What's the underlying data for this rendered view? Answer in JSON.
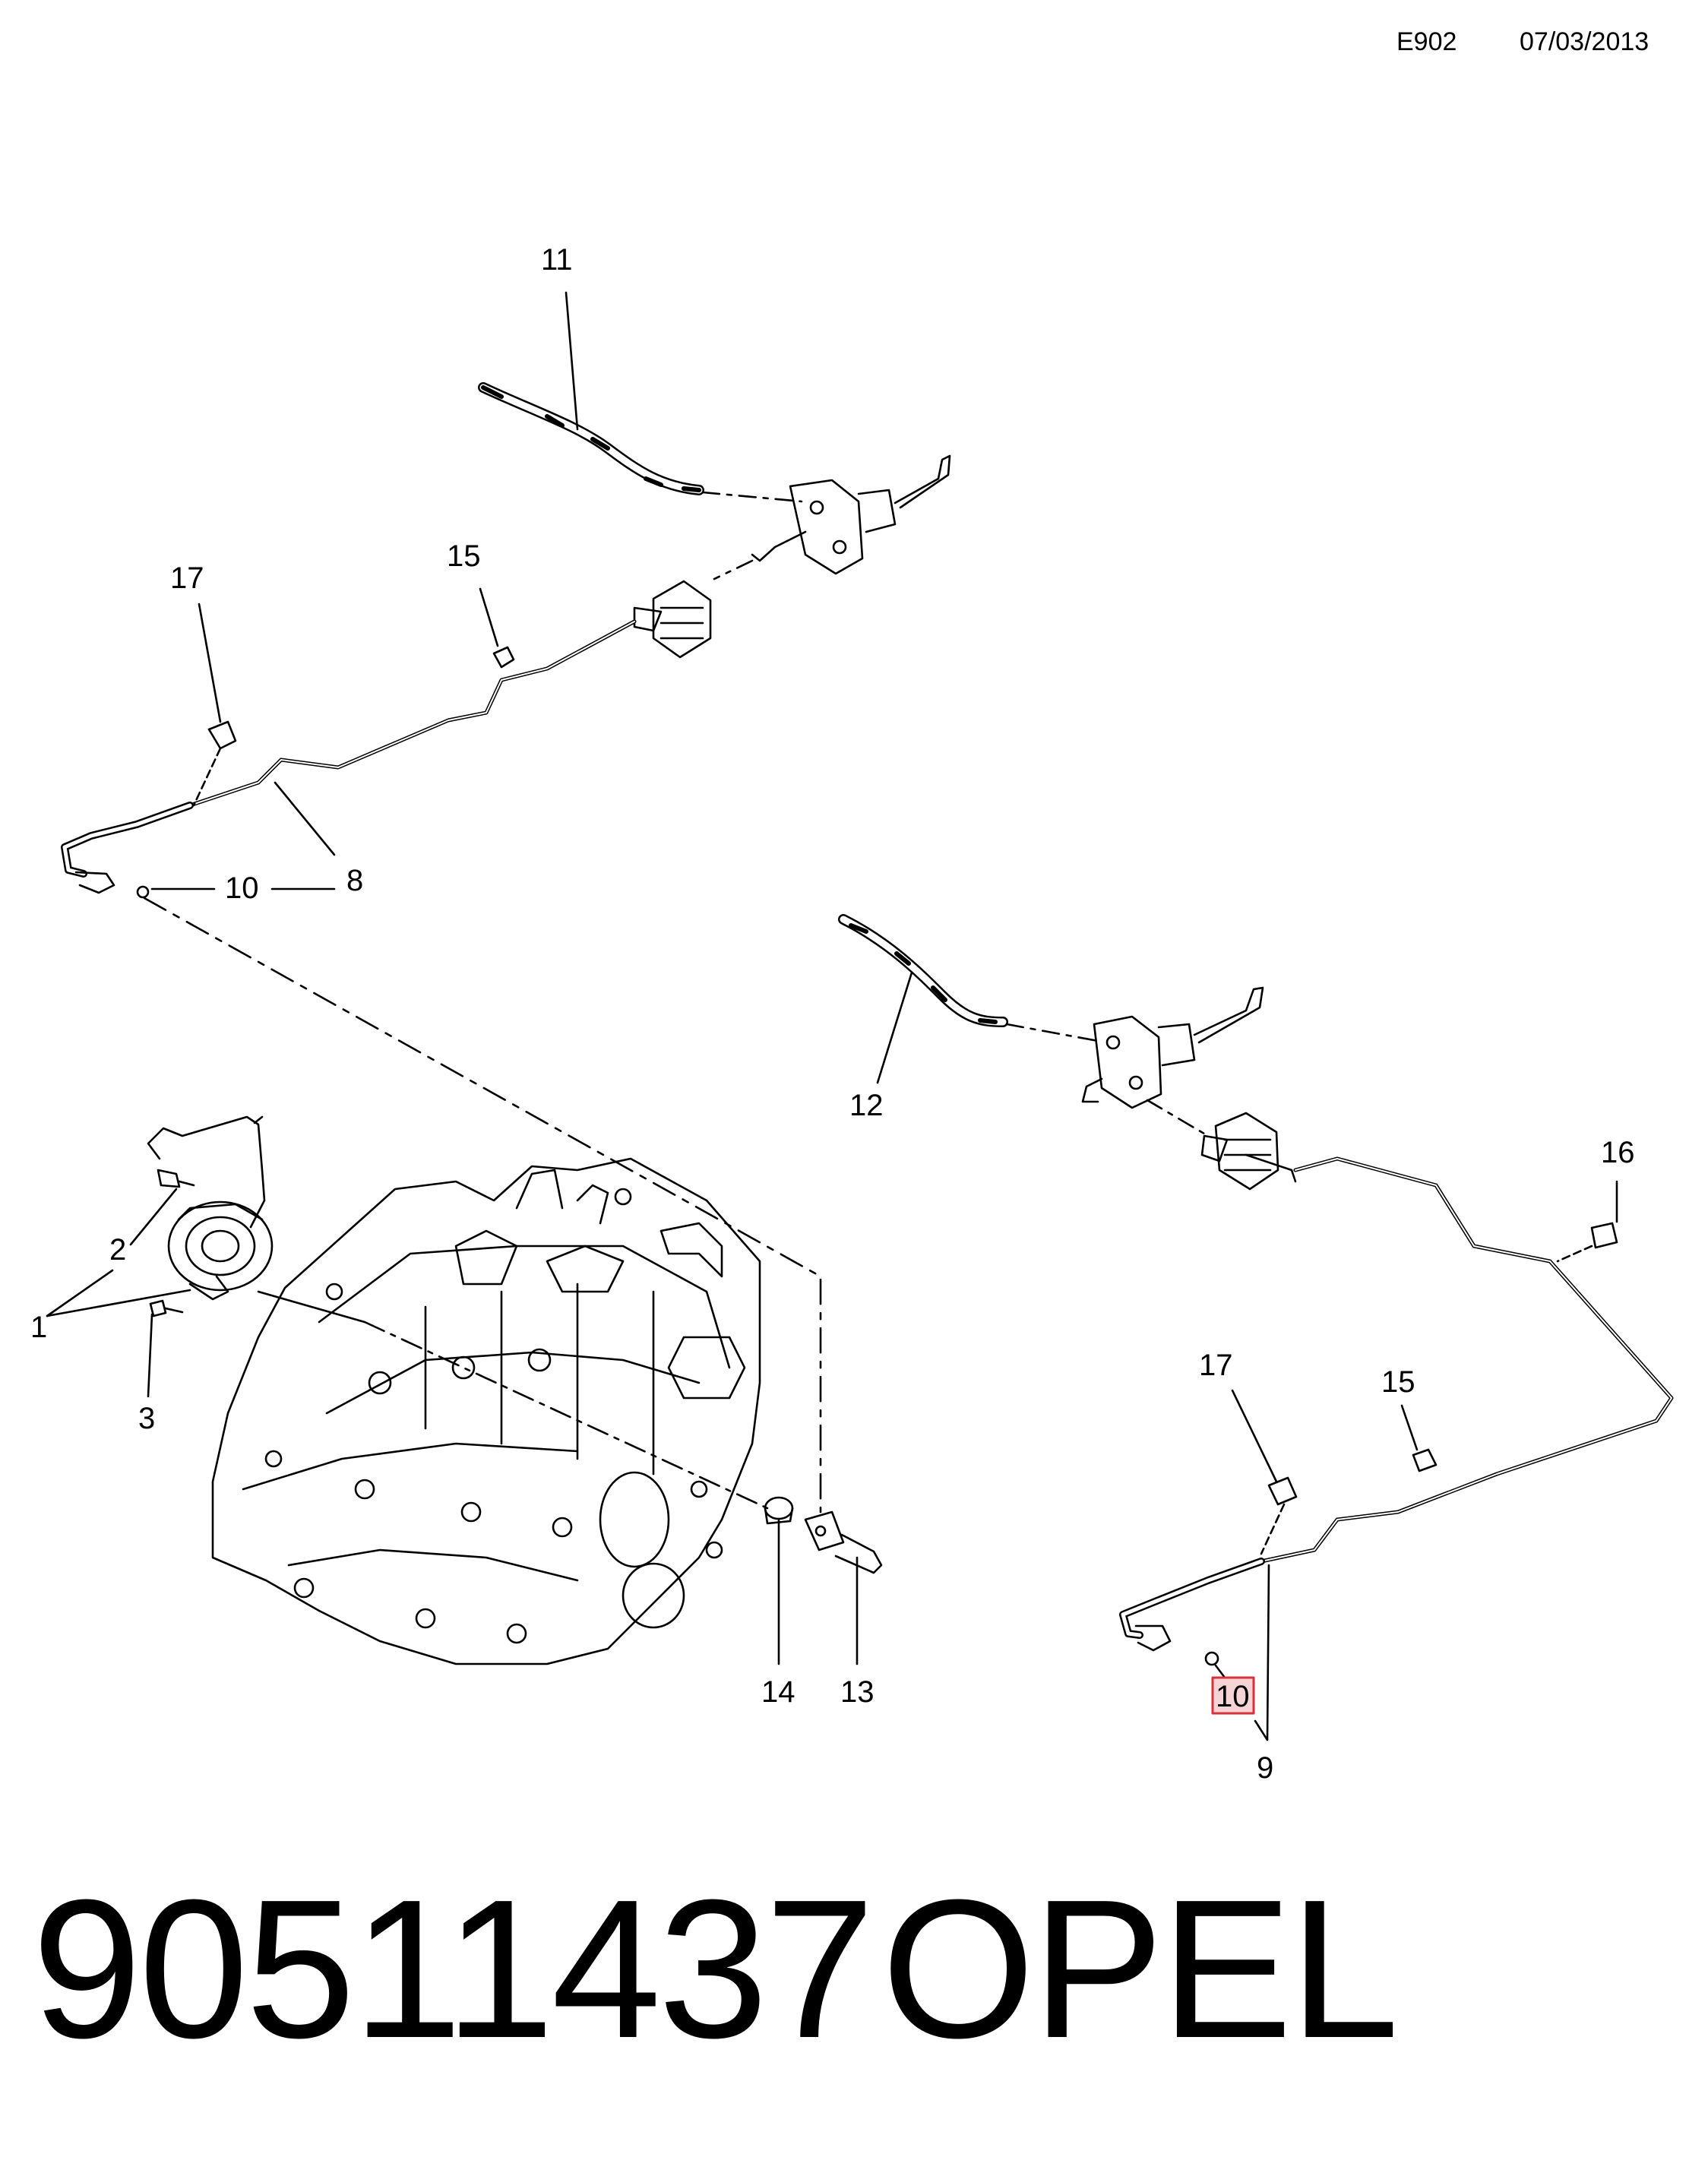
{
  "header": {
    "code": "E902",
    "date": "07/03/2013"
  },
  "callouts": {
    "c1": "1",
    "c2": "2",
    "c3": "3",
    "c8": "8",
    "c9": "9",
    "c10_top": "10",
    "c10_bottom": "10",
    "c11": "11",
    "c12": "12",
    "c13": "13",
    "c14": "14",
    "c15_top": "15",
    "c15_bottom": "15",
    "c16": "16",
    "c17_top": "17",
    "c17_bottom": "17"
  },
  "highlight": {
    "callout": "10",
    "color": "#d9323c",
    "fill": "#f6d4d6"
  },
  "footer": {
    "part_number": "90511437",
    "brand": "OPEL"
  }
}
